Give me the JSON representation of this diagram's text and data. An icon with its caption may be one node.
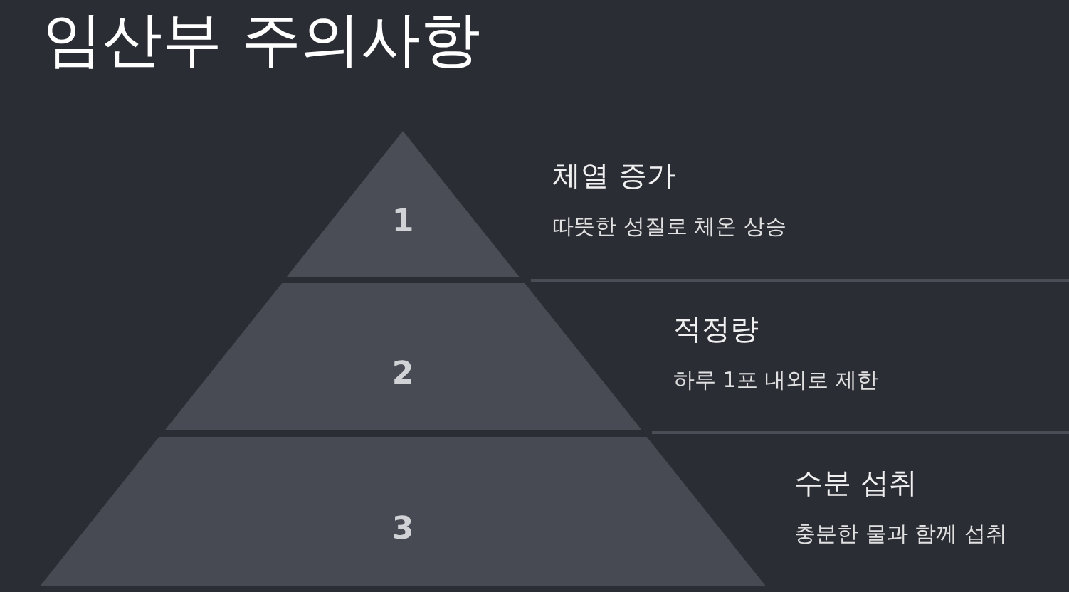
{
  "diagram": {
    "title": "임산부 주의사항",
    "nodes": [
      {
        "text": [
          "1"
        ],
        "beside": [
          "체열 증가",
          "따뜻한 성질로 체온 상승"
        ]
      },
      {
        "text": [
          "2"
        ],
        "beside": [
          "적정량",
          "하루 1포 내외로 제한"
        ]
      },
      {
        "text": [
          "3"
        ],
        "beside": [
          "수분 섭취",
          "충분한 물과 함께 섭취"
        ]
      }
    ]
  }
}
